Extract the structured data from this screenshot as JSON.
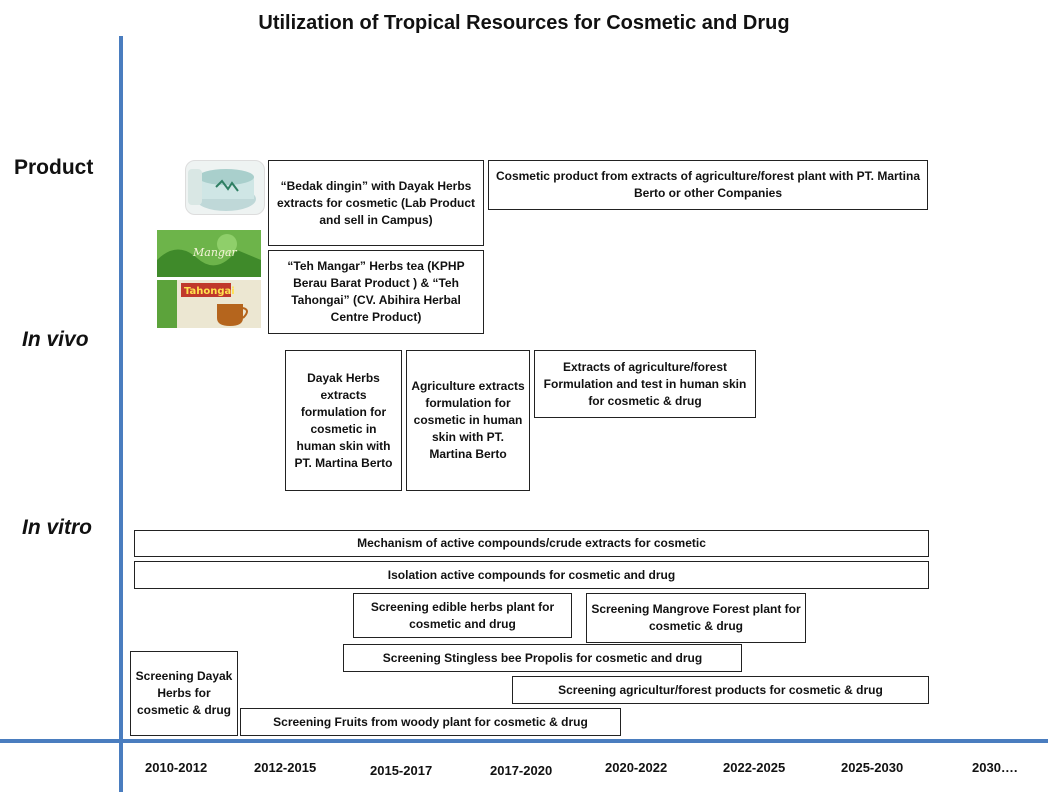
{
  "title": "Utilization of Tropical Resources for Cosmetic and Drug",
  "stages": {
    "product": "Product",
    "in_vivo": "In vivo",
    "in_vitro": "In vitro"
  },
  "timeline": [
    "2010-2012",
    "2012-2015",
    "2015-2017",
    "2017-2020",
    "2020-2022",
    "2022-2025",
    "2025-2030",
    "2030…."
  ],
  "boxes": {
    "bedak": "“Bedak dingin” with Dayak Herbs extracts for cosmetic (Lab Product and sell  in Campus)",
    "cosmetic_product": "Cosmetic  product  from extracts of agriculture/forest  plant with PT. Martina Berto or other Companies",
    "teh": "“Teh Mangar” Herbs tea (KPHP Berau Barat Product ) & “Teh Tahongai” (CV. Abihira Herbal Centre Product)",
    "dayak_formulation": "Dayak Herbs extracts formulation for cosmetic in human skin with PT. Martina Berto",
    "agri_formulation": "Agriculture extracts formulation for cosmetic in human skin with PT. Martina Berto",
    "extracts_test": "Extracts of agriculture/forest Formulation and  test in human skin for cosmetic & drug",
    "mechanism": "Mechanism of active compounds/crude extracts for cosmetic",
    "isolation": "Isolation active compounds for cosmetic and drug",
    "edible": "Screening edible herbs plant for cosmetic and drug",
    "mangrove": "Screening Mangrove Forest plant for cosmetic & drug",
    "propolis": "Screening Stingless bee Propolis for cosmetic and drug",
    "dayak_screen": "Screening Dayak Herbs for cosmetic & drug",
    "agri_screen": "Screening agricultur/forest products for cosmetic & drug",
    "fruits": "Screening Fruits from woody plant for cosmetic & drug"
  },
  "product_images": {
    "jar_label": "",
    "mangar_label": "Mangar",
    "tahongai_label": "Tahongai"
  },
  "colors": {
    "axis": "#4a7dbf",
    "box_border": "#222222"
  }
}
